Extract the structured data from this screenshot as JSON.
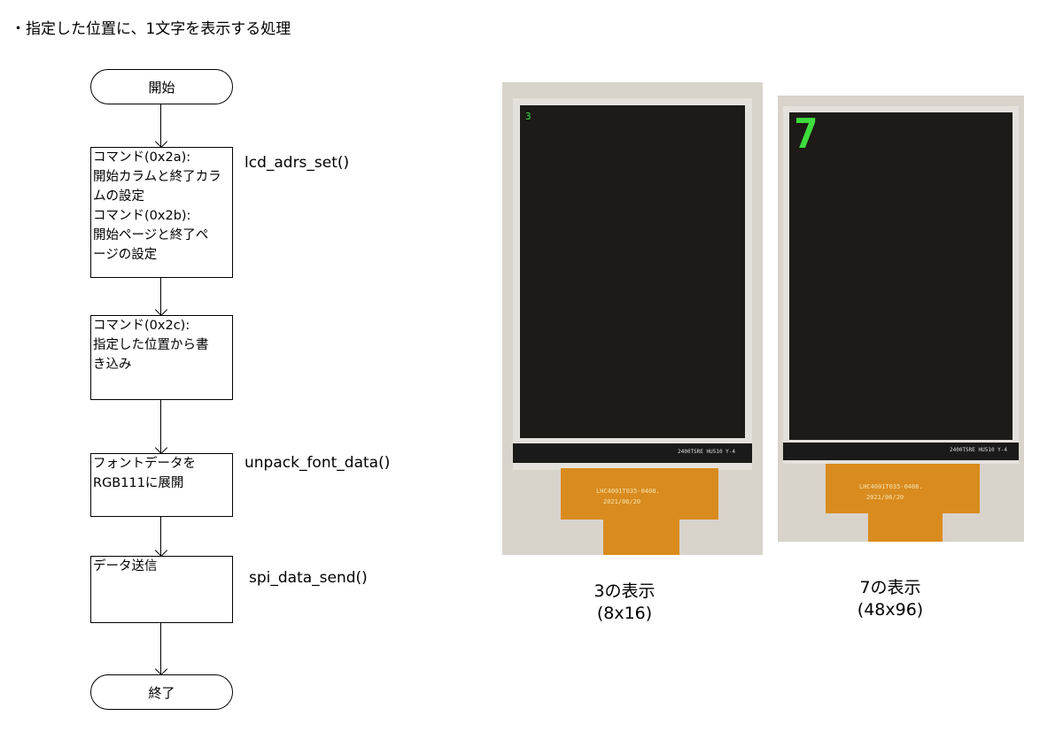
{
  "heading": "・指定した位置に、1文字を表示する処理",
  "flowchart": {
    "start": "開始",
    "end": "終了",
    "steps": [
      {
        "lines": [
          "コマンド(0x2a):",
          "開始カラムと終了カラ",
          "ムの設定",
          "コマンド(0x2b):",
          "開始ページと終了ペ",
          "ージの設定"
        ],
        "function": "lcd_adrs_set()"
      },
      {
        "lines": [
          "コマンド(0x2c):",
          "指定した位置から書",
          "き込み"
        ],
        "function": ""
      },
      {
        "lines": [
          "フォントデータを",
          "RGB111に展開"
        ],
        "function": "unpack_font_data()"
      },
      {
        "lines": [
          "データ送信"
        ],
        "function": "spi_data_send()"
      }
    ]
  },
  "photos": [
    {
      "glyph": "3",
      "caption_line1": "3の表示",
      "caption_line2": "(8x16)",
      "pcb_text": "2400TSRE  HU510 Y-4",
      "fpc_text1": "LHC4001T035-0408.",
      "fpc_text2": "2021/06/20"
    },
    {
      "glyph": "7",
      "caption_line1": "7の表示",
      "caption_line2": "(48x96)",
      "pcb_text": "2400TSRE  HU510 Y-4",
      "fpc_text1": "LHC4001T035-0408.",
      "fpc_text2": "2021/06/20"
    }
  ],
  "colors": {
    "glyph": "#3ddc3d",
    "screen": "#1d1a17",
    "fpc": "#d98b1e"
  }
}
